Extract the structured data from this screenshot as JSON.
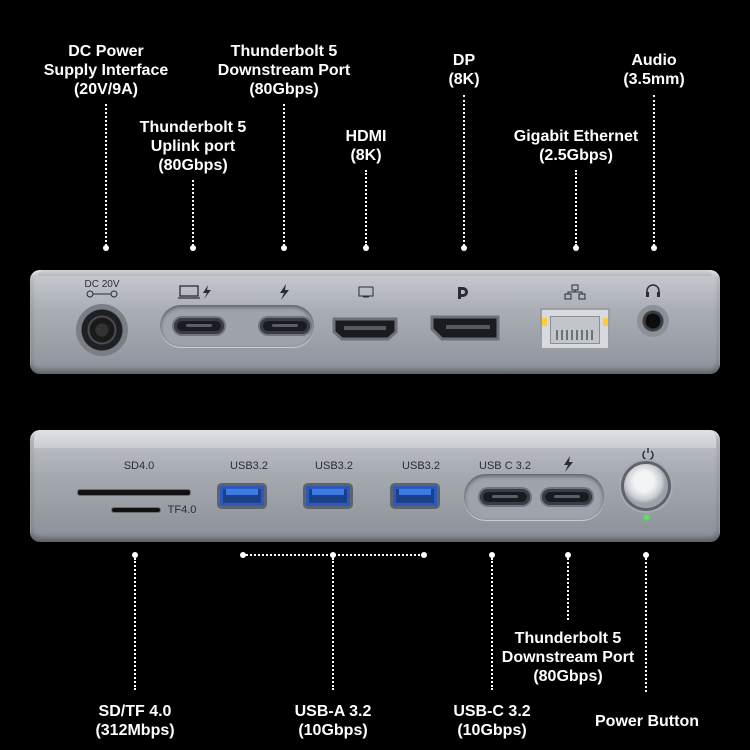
{
  "labels": {
    "dc_power": [
      "DC Power",
      "Supply Interface",
      "(20V/9A)"
    ],
    "tb5_downstream_top": [
      "Thunderbolt 5",
      "Downstream Port",
      "(80Gbps)"
    ],
    "dp": [
      "DP",
      "(8K)"
    ],
    "audio": [
      "Audio",
      "(3.5mm)"
    ],
    "tb5_uplink": [
      "Thunderbolt 5",
      "Uplink port",
      "(80Gbps)"
    ],
    "hdmi": [
      "HDMI",
      "(8K)"
    ],
    "ethernet": [
      "Gigabit Ethernet",
      "(2.5Gbps)"
    ],
    "sd_tf": [
      "SD/TF 4.0",
      "(312Mbps)"
    ],
    "usb_a": [
      "USB-A 3.2",
      "(10Gbps)"
    ],
    "usb_c": [
      "USB-C 3.2",
      "(10Gbps)"
    ],
    "tb5_downstream_bottom": [
      "Thunderbolt 5",
      "Downstream Port",
      "(80Gbps)"
    ],
    "power_button": "Power Button"
  },
  "device_text": {
    "dc_20v": "DC 20V",
    "sd": "SD4.0",
    "tf": "TF4.0",
    "usb32_1": "USB3.2",
    "usb32_2": "USB3.2",
    "usb32_3": "USB3.2",
    "usbc32": "USB C 3.2"
  },
  "colors": {
    "background": "#000000",
    "usb_a_blue": "#2a5ac0",
    "led_green": "#5be35b"
  }
}
